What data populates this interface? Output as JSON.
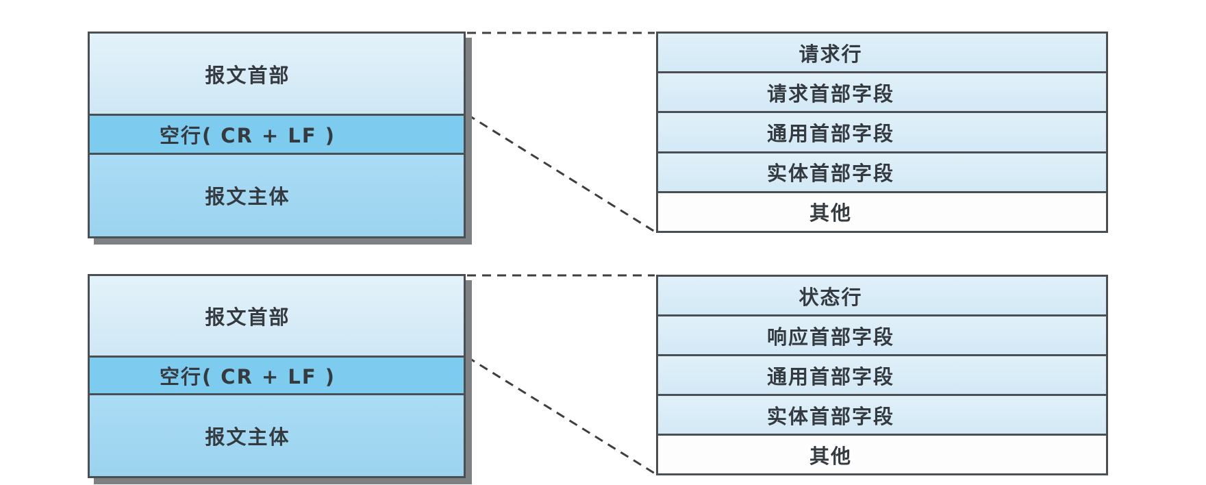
{
  "request": {
    "message_rows": [
      "报文首部",
      "空行( CR + LF )",
      "报文主体"
    ],
    "detail_rows": [
      "请求行",
      "请求首部字段",
      "通用首部字段",
      "实体首部字段",
      "其他"
    ]
  },
  "response": {
    "message_rows": [
      "报文首部",
      "空行( CR + LF )",
      "报文主体"
    ],
    "detail_rows": [
      "状态行",
      "响应首部字段",
      "通用首部字段",
      "实体首部字段",
      "其他"
    ]
  },
  "colors": {
    "background": "#ffffff",
    "header_row_top": "#e3f2fa",
    "header_row_bottom": "#cfe7f5",
    "blank_row": "#7ecbf0",
    "body_row_top": "#abdcf5",
    "body_row_bottom": "#9bd3ef",
    "detail_row_top": "#e0f0f9",
    "detail_row_bottom": "#d3e9f6",
    "other_row": "#fdfdfd",
    "border": "#4a4f54",
    "shadow": "#7d8184",
    "dashed_line": "#3f3f3f",
    "text": "#343a40"
  }
}
